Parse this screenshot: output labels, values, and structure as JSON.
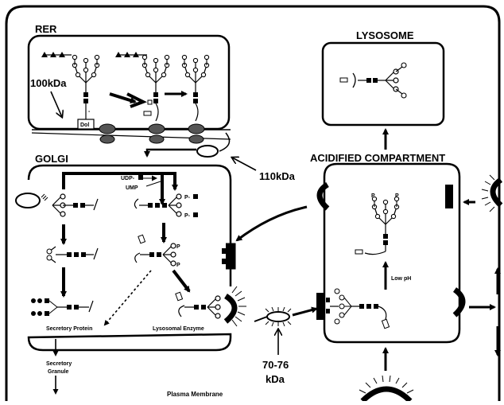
{
  "compartments": {
    "rer": "RER",
    "golgi": "GOLGI",
    "lysosome": "LYSOSOME",
    "acidified": "ACIDIFIED COMPARTMENT"
  },
  "labels": {
    "mw_100": "100kDa",
    "mw_110": "110kDa",
    "mw_70": "70-76",
    "mw_kda": "kDa",
    "dol": "Dol",
    "udp": "UDP-",
    "ump": "UMP",
    "low_ph": "Low pH",
    "secretory_protein": "Secretory Protein",
    "lysosomal_enzyme": "Lysosomal Enzyme",
    "secretory_granule_1": "Secretory",
    "secretory_granule_2": "Granule",
    "plasma_membrane": "Plasma Membrane",
    "p": "P",
    "p_dash": "P-"
  }
}
